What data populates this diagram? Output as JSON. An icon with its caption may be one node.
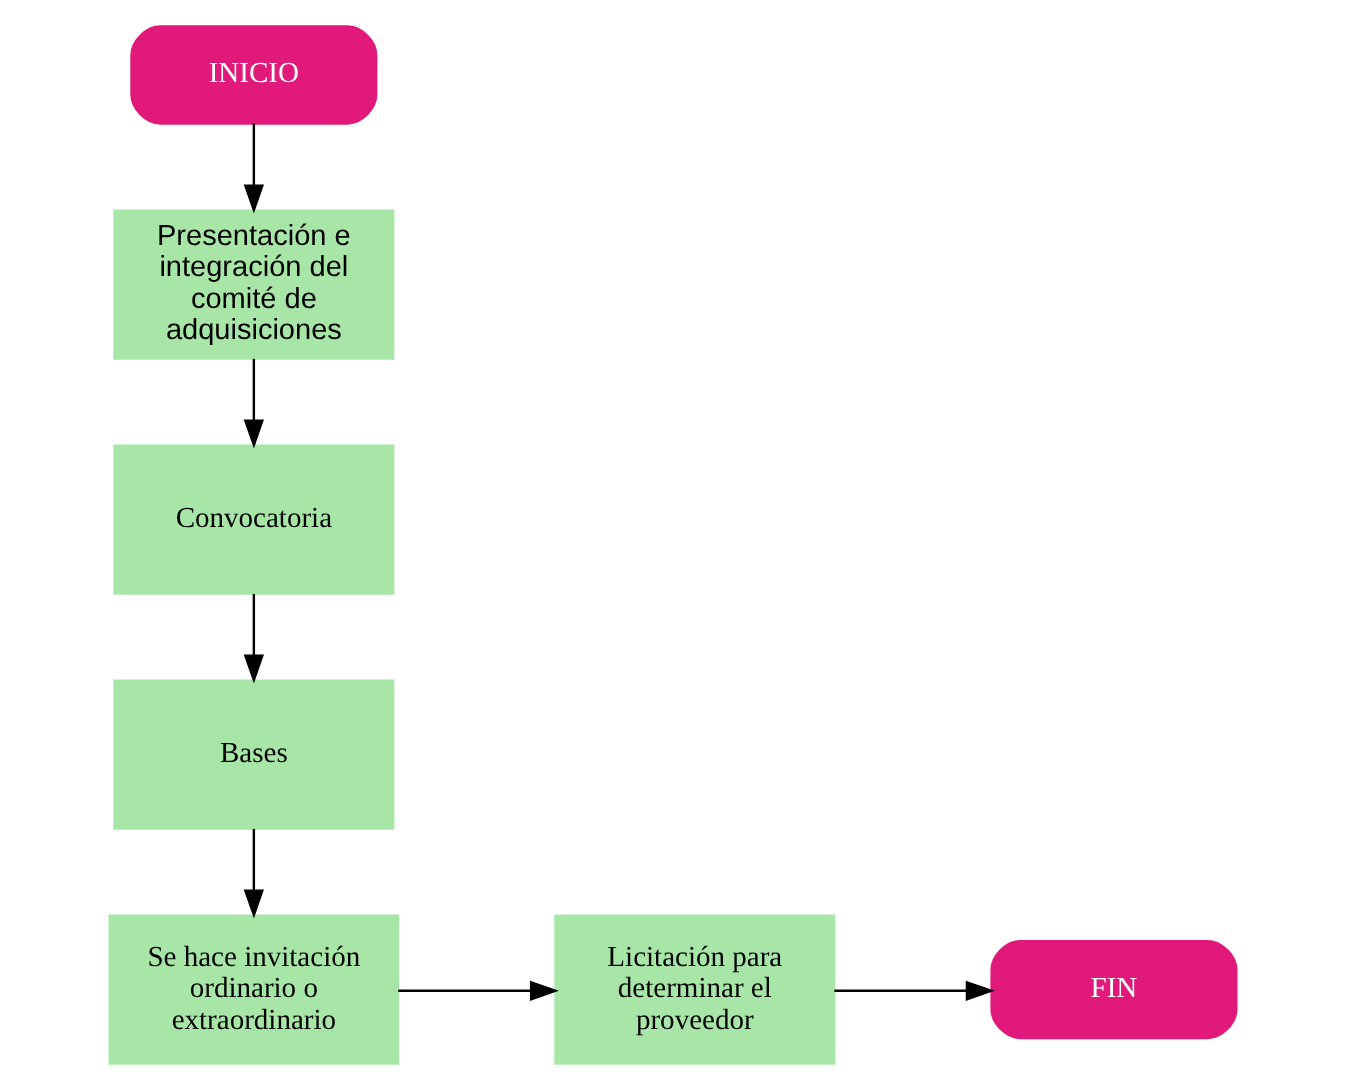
{
  "diagram": {
    "nodes": [
      {
        "text": [
          "INICIO"
        ]
      },
      {
        "text": [
          "Presentación e integración del comité de adquisiciones"
        ]
      },
      {
        "text": [
          "Convocatoria"
        ]
      },
      {
        "text": [
          "Bases"
        ]
      },
      {
        "text": [
          "Se hace invitación ordinario o extraordinario"
        ]
      },
      {
        "text": [
          "Licitación para determinar el proveedor"
        ]
      },
      {
        "text": [
          "FIN"
        ]
      }
    ],
    "edges": [
      {
        "from": 0,
        "to": 1,
        "arrow": "to"
      },
      {
        "from": 1,
        "to": 2,
        "arrow": "to"
      },
      {
        "from": 2,
        "to": 3,
        "arrow": "to"
      },
      {
        "from": 3,
        "to": 4,
        "arrow": "to"
      },
      {
        "from": 4,
        "to": 5,
        "arrow": "to"
      },
      {
        "from": 5,
        "to": 6,
        "arrow": "to"
      }
    ]
  }
}
